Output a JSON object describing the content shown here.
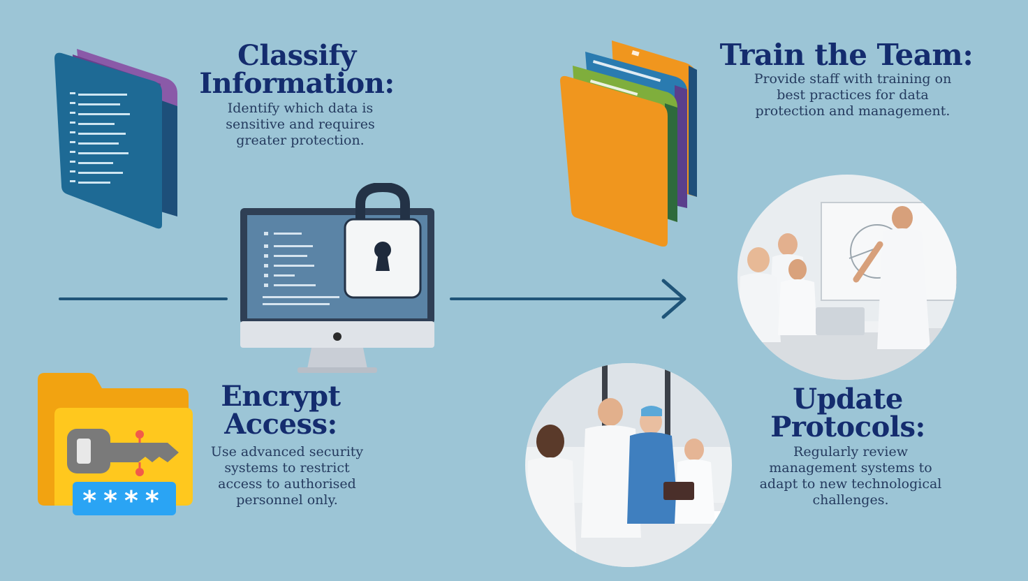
{
  "steps": {
    "classify": {
      "heading_line1": "Classify",
      "heading_line2": "Information:",
      "description": "Identify which data is sensitive and requires greater protection."
    },
    "train": {
      "heading": "Train the Team:",
      "description": "Provide staff with training on best practices for data protection and management."
    },
    "encrypt": {
      "heading_line1": "Encrypt",
      "heading_line2": "Access:",
      "description": "Use advanced security systems to restrict access to authorised personnel only."
    },
    "update": {
      "heading_line1": "Update",
      "heading_line2": "Protocols:",
      "description": "Regularly review management systems to adapt to new technological challenges."
    }
  },
  "icons": {
    "classify": "blue-folder-document-icon",
    "monitor": "computer-monitor-padlock-icon",
    "encrypt": "folder-key-password-icon",
    "train": "stacked-colored-folders-icon",
    "photo_top": "team-training-meeting-photo",
    "photo_bottom": "medical-staff-meeting-photo"
  },
  "password_mask": "****",
  "colors": {
    "background": "#9cc5d6",
    "heading": "#142c6e",
    "connector": "#1f5478",
    "folder_blue": "#1e6a95",
    "folder_purple": "#8a5aa8",
    "folder_orange": "#f0961e",
    "folder_green": "#7fae3c",
    "folder_yellow": "#ffc81e",
    "key_grey": "#7a7a7a",
    "password_blue": "#2aa4f4"
  }
}
